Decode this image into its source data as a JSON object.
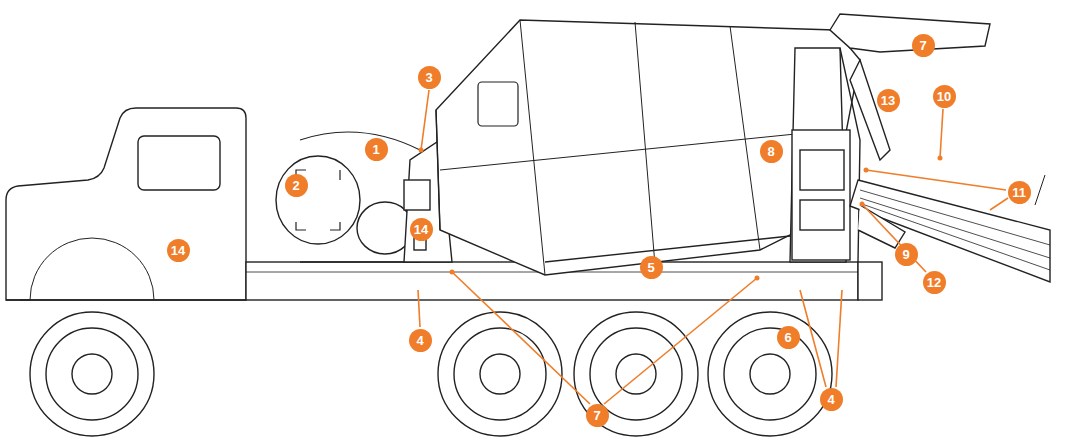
{
  "diagram": {
    "labels": [
      "1",
      "2",
      "3",
      "7",
      "13",
      "10",
      "8",
      "11",
      "14",
      "14",
      "9",
      "12",
      "5",
      "4",
      "4",
      "6",
      "7"
    ]
  }
}
